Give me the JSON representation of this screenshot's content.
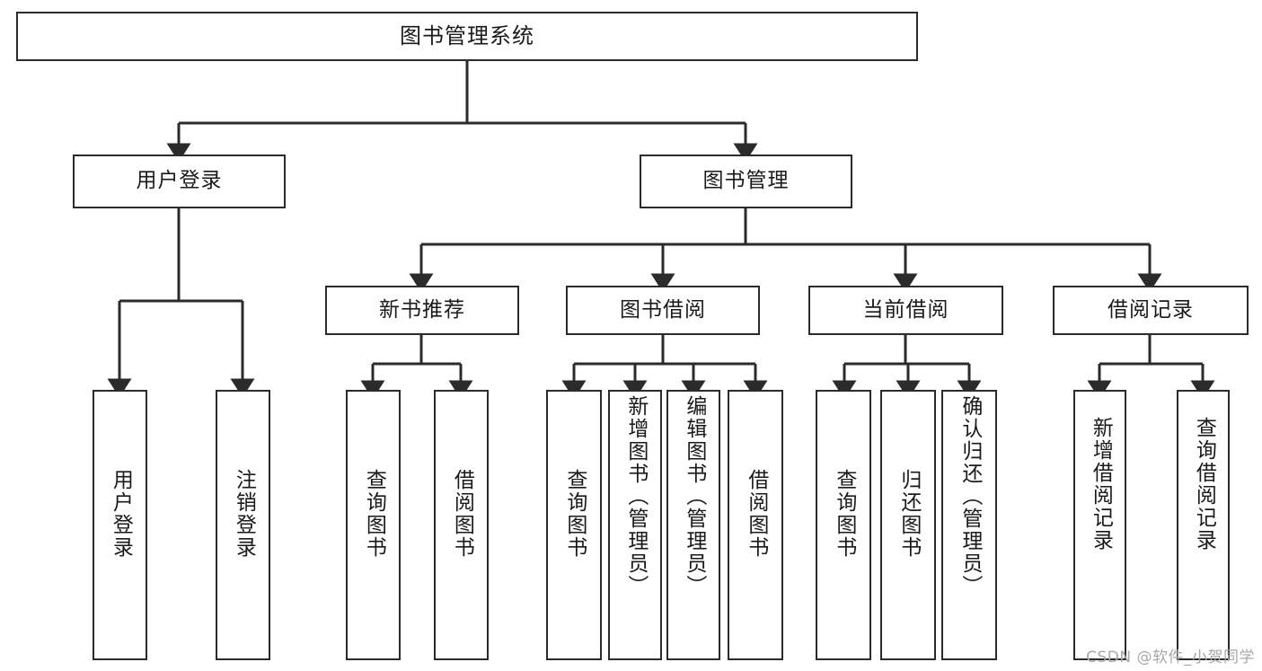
{
  "diagram": {
    "title": "图书管理系统",
    "type": "tree",
    "watermark": "CSDN @软件_小贺同学",
    "colors": {
      "stroke": "#2b2b2b",
      "fill": "#ffffff",
      "text": "#1a1a1a",
      "watermark": "#a8a8a8"
    },
    "nodes": {
      "root": {
        "label": "图书管理系统"
      },
      "level1": [
        {
          "label": "用户登录"
        },
        {
          "label": "图书管理"
        }
      ],
      "level2": [
        {
          "label": "新书推荐"
        },
        {
          "label": "图书借阅"
        },
        {
          "label": "当前借阅"
        },
        {
          "label": "借阅记录"
        }
      ],
      "leaves": {
        "user_login": [
          {
            "label": "用户登录"
          },
          {
            "label": "注销登录"
          }
        ],
        "new_book_recommend": [
          {
            "label": "查询图书"
          },
          {
            "label": "借阅图书"
          }
        ],
        "book_borrow": [
          {
            "label": "查询图书"
          },
          {
            "label": "新增图书（管理员）"
          },
          {
            "label": "编辑图书（管理员）"
          },
          {
            "label": "借阅图书"
          }
        ],
        "current_borrow": [
          {
            "label": "查询图书"
          },
          {
            "label": "归还图书"
          },
          {
            "label": "确认归还（管理员）"
          }
        ],
        "borrow_record": [
          {
            "label": "新增借阅记录"
          },
          {
            "label": "查询借阅记录"
          }
        ]
      }
    }
  }
}
